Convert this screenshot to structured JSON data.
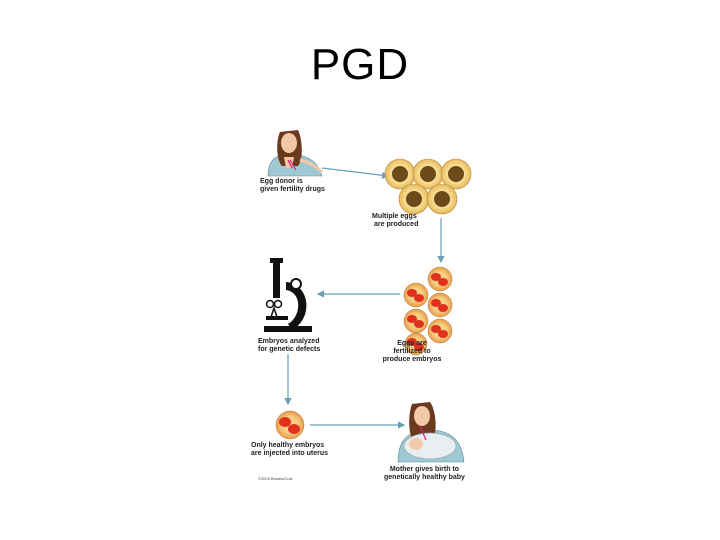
{
  "title": "PGD",
  "steps": {
    "donor": {
      "line1": "Egg donor is",
      "line2": "given fertility drugs"
    },
    "eggs": {
      "line1": "Multiple eggs",
      "line2": "are produced"
    },
    "fertilized": {
      "line1": "Eggs are",
      "line2": "fertilized to",
      "line3": "produce embryos"
    },
    "analyzed": {
      "line1": "Embryos analyzed",
      "line2": "for genetic defects"
    },
    "injected": {
      "line1": "Only healthy embryos",
      "line2": "are injected into uterus"
    },
    "mother": {
      "line1": "Mother gives birth to",
      "line2": "genetically healthy baby"
    }
  },
  "credit": "©2003 Brooks/Cole",
  "colors": {
    "arrow": "#6a9fb8",
    "egg_outer": "#f3d27a",
    "egg_inner": "#6b4a1a",
    "embryo_outer": "#f4c777",
    "embryo_cell": "#e0301e"
  }
}
